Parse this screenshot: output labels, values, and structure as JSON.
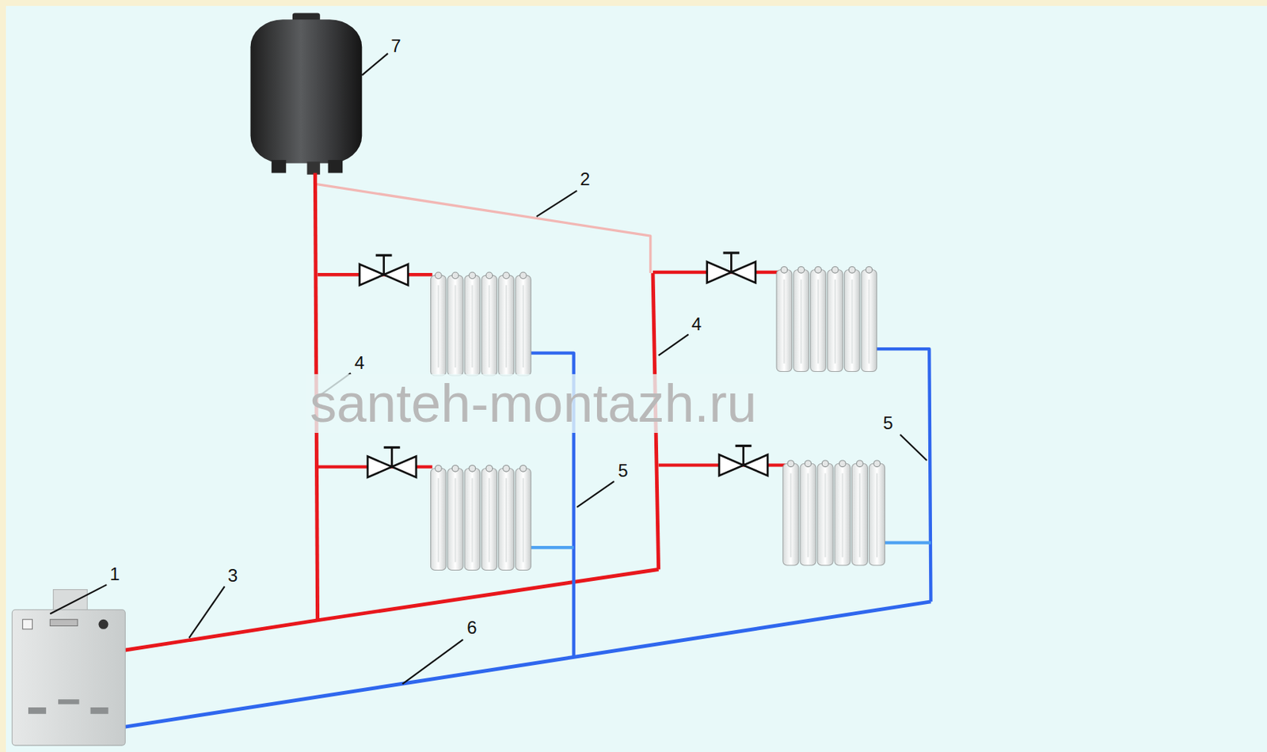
{
  "diagram": {
    "labels": [
      "7",
      "2",
      "4",
      "4",
      "5",
      "5",
      "1",
      "3",
      "6",
      "santeh-montazh.ru"
    ]
  }
}
